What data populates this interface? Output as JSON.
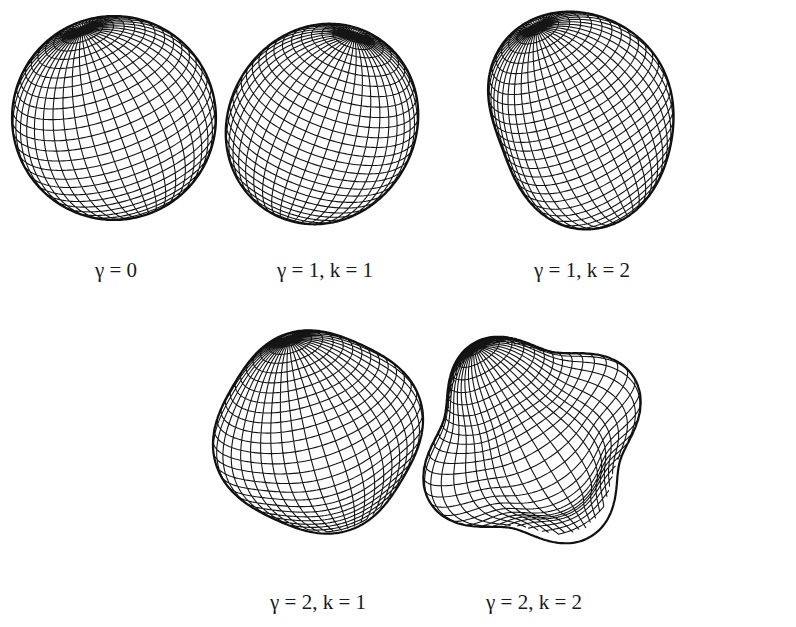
{
  "diagram": {
    "labels": [
      "γ = 0",
      "γ = 1, k = 1",
      "γ = 1, k = 2",
      "γ = 2, k = 1",
      "γ = 2, k = 2"
    ]
  }
}
